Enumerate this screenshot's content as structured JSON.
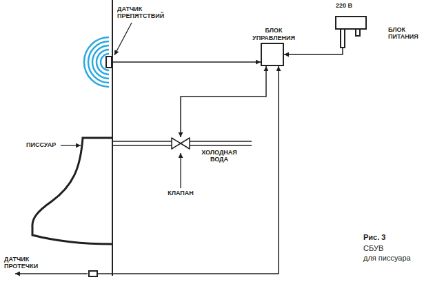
{
  "diagram": {
    "caption": "Рис. 3",
    "nodes": [
      {
        "text": [
          "БЛОК УПРАВЛЕНИЯ"
        ]
      },
      {
        "text": [
          "ДАТЧИК ПРЕПЯТСТВИЙ"
        ]
      },
      {
        "text": [
          "220 В",
          "БЛОК ПИТАНИЯ"
        ]
      },
      {
        "text": [
          "КЛАПАН"
        ]
      },
      {
        "text": [
          "ДАТЧИК ПРОТЕЧКИ"
        ]
      }
    ],
    "edges": [
      {
        "from": 1,
        "to": 0,
        "arrow": "to"
      },
      {
        "from": 2,
        "to": 0,
        "arrow": "to"
      },
      {
        "from": 0,
        "to": 3,
        "arrow": "both"
      },
      {
        "from": 4,
        "to": 0,
        "arrow": "to"
      }
    ],
    "labels": [
      "ПИССУАР",
      "ХОЛОДНАЯ ВОДА",
      "СБУВ",
      "для писсуара"
    ]
  }
}
